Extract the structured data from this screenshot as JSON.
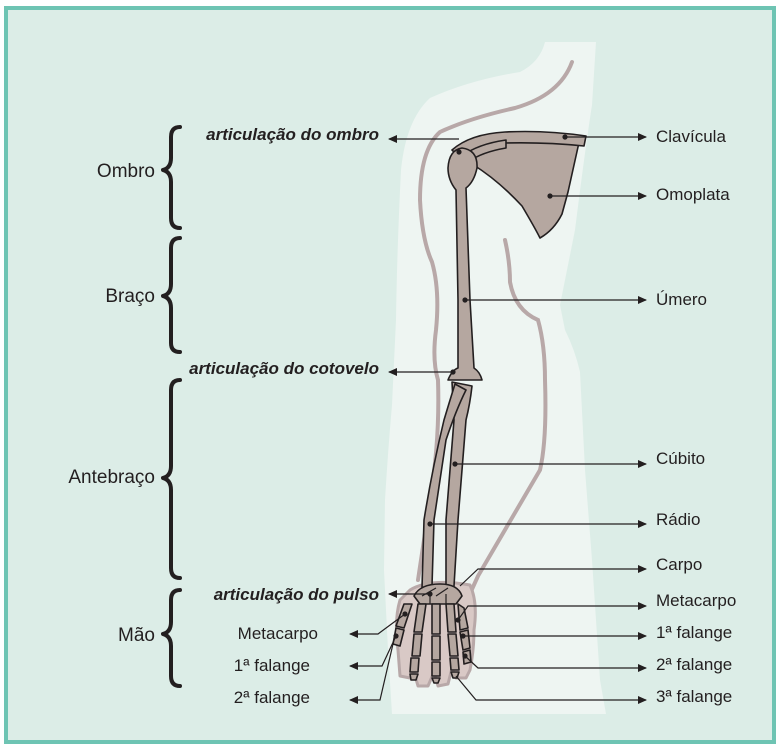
{
  "colors": {
    "background": "#dcede7",
    "border": "#6ec4b3",
    "body_halo": "#eef5f2",
    "body_outline": "#b8a8a8",
    "bone_fill": "#b5a7a0",
    "ink": "#231f20"
  },
  "regions": {
    "shoulder": "Ombro",
    "arm": "Braço",
    "forearm": "Antebraço",
    "hand": "Mão"
  },
  "joints": {
    "shoulder": "articulação do ombro",
    "elbow": "articulação do cotovelo",
    "wrist": "articulação do pulso"
  },
  "right_labels": {
    "clavicle": "Clavícula",
    "scapula": "Omoplata",
    "humerus": "Úmero",
    "ulna": "Cúbito",
    "radius": "Rádio",
    "carpus": "Carpo",
    "metacarpus": "Metacarpo",
    "phalanx1": "1ª falange",
    "phalanx2": "2ª falange",
    "phalanx3": "3ª falange"
  },
  "left_hand_labels": {
    "metacarpus": "Metacarpo",
    "phalanx1": "1ª falange",
    "phalanx2": "2ª falange"
  }
}
